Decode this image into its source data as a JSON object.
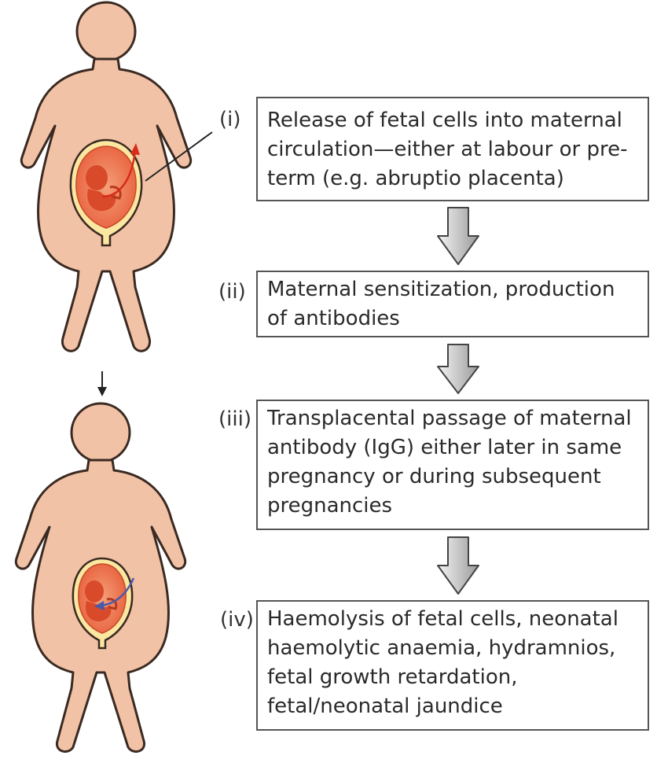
{
  "steps": [
    {
      "marker": "(i)",
      "text": "Release of fetal cells into maternal circulation—either at labour or pre-term (e.g. abruptio placenta)"
    },
    {
      "marker": "(ii)",
      "text": "Maternal sensitization, production of antibodies"
    },
    {
      "marker": "(iii)",
      "text": "Transplacental passage of maternal antibody (IgG) either later in same pregnancy or during subsequent pregnancies"
    },
    {
      "marker": "(iv)",
      "text": "Haemolysis of fetal cells, neonatal haemolytic anaemia, hydramnios, fetal growth retardation, fetal/neonatal jaundice"
    }
  ],
  "colors": {
    "skin": "#f2c2a6",
    "skin_outline": "#3a2a22",
    "uterus": "#ec7a56",
    "uterus_rim": "#fbe7a0",
    "fetus": "#d94a2a",
    "fetal_cells_arrow": "#d92a1a",
    "antibody_arrow": "#4a5aa8",
    "flow_arrow_light": "#f4f4f4",
    "flow_arrow_dark": "#9a9a9a"
  },
  "icons": [
    "pregnant-woman-figure",
    "fetus-in-uterus",
    "down-arrow",
    "block-arrow"
  ]
}
